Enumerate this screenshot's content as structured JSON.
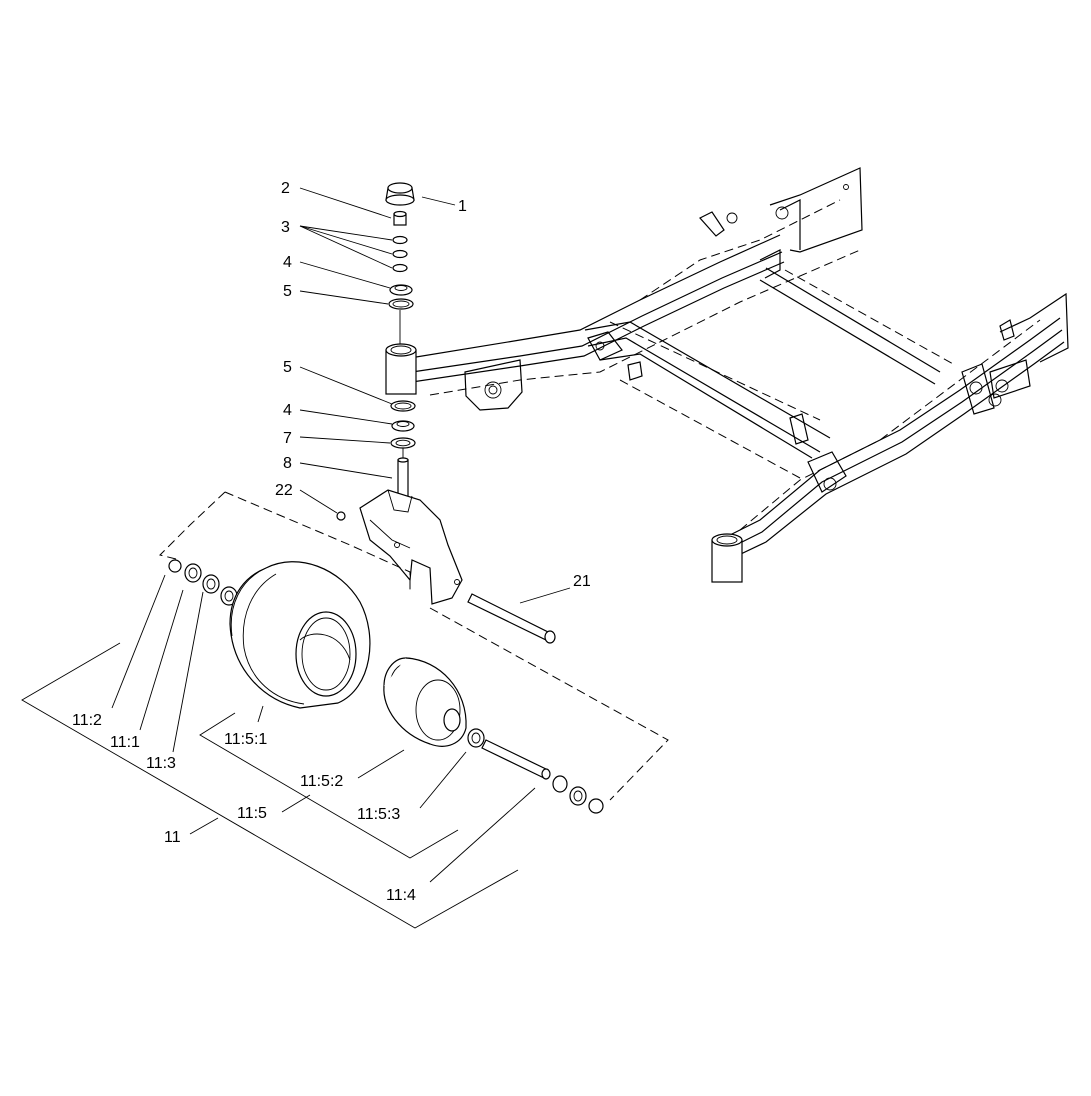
{
  "callouts": {
    "c1": "1",
    "c2": "2",
    "c3": "3",
    "c4a": "4",
    "c5a": "5",
    "c5b": "5",
    "c4b": "4",
    "c7": "7",
    "c8": "8",
    "c22": "22",
    "c21": "21",
    "c11_2": "11:2",
    "c11_1": "11:1",
    "c11_3": "11:3",
    "c11_5_1": "11:5:1",
    "c11_5_2": "11:5:2",
    "c11_5_3": "11:5:3",
    "c11_5": "11:5",
    "c11": "11",
    "c11_4": "11:4"
  }
}
